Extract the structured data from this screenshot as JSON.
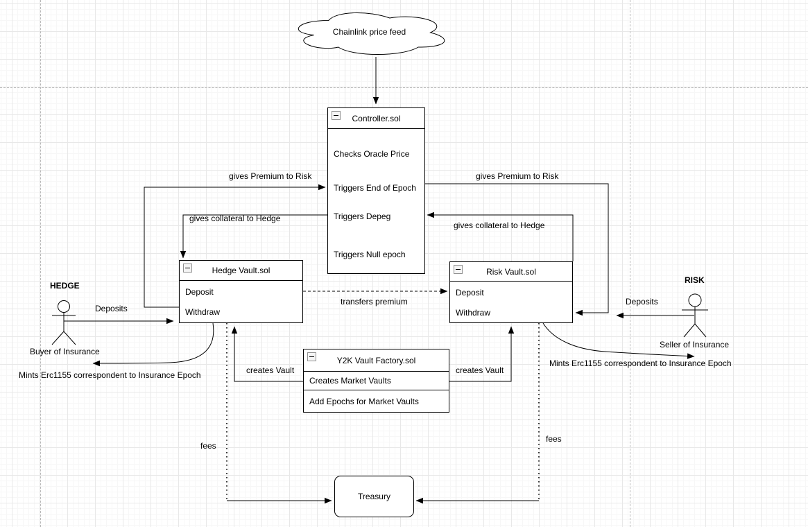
{
  "diagram": {
    "cloud": {
      "label": "Chainlink price feed"
    },
    "nodes": {
      "controller": {
        "title": "Controller.sol",
        "items": [
          "Checks Oracle Price",
          "Triggers End of Epoch",
          "Triggers Depeg",
          "Triggers Null epoch"
        ]
      },
      "hedge_vault": {
        "title": "Hedge Vault.sol",
        "items": [
          "Deposit",
          "Withdraw"
        ]
      },
      "risk_vault": {
        "title": "Risk Vault.sol",
        "items": [
          "Deposit",
          "Withdraw"
        ]
      },
      "vault_factory": {
        "title": "Y2K Vault Factory.sol",
        "items": [
          "Creates Market Vaults",
          "Add Epochs for Market Vaults"
        ]
      },
      "treasury": {
        "title": "Treasury"
      }
    },
    "actors": {
      "hedge": {
        "name": "HEDGE",
        "role": "Buyer of Insurance",
        "deposit_label": "Deposits",
        "note": "Mints Erc1155 correspondent to Insurance Epoch"
      },
      "risk": {
        "name": "RISK",
        "role": "Seller of Insurance",
        "deposit_label": "Deposits",
        "note": "Mints Erc1155 correspondent to Insurance Epoch"
      }
    },
    "edge_labels": {
      "gives_premium_left": "gives Premium to Risk",
      "gives_premium_right": "gives Premium to Risk",
      "gives_collateral_left": "gives collateral to Hedge",
      "gives_collateral_right": "gives collateral to Hedge",
      "transfers_premium": "transfers premium",
      "creates_vault_left": "creates Vault",
      "creates_vault_right": "creates Vault",
      "fees_left": "fees",
      "fees_right": "fees"
    },
    "colors": {
      "stroke": "#000000",
      "node_fill": "#ffffff",
      "grid_major": "#e8e8e8",
      "grid_minor": "#f7f7f7",
      "page_border": "#b9b9b9"
    }
  }
}
